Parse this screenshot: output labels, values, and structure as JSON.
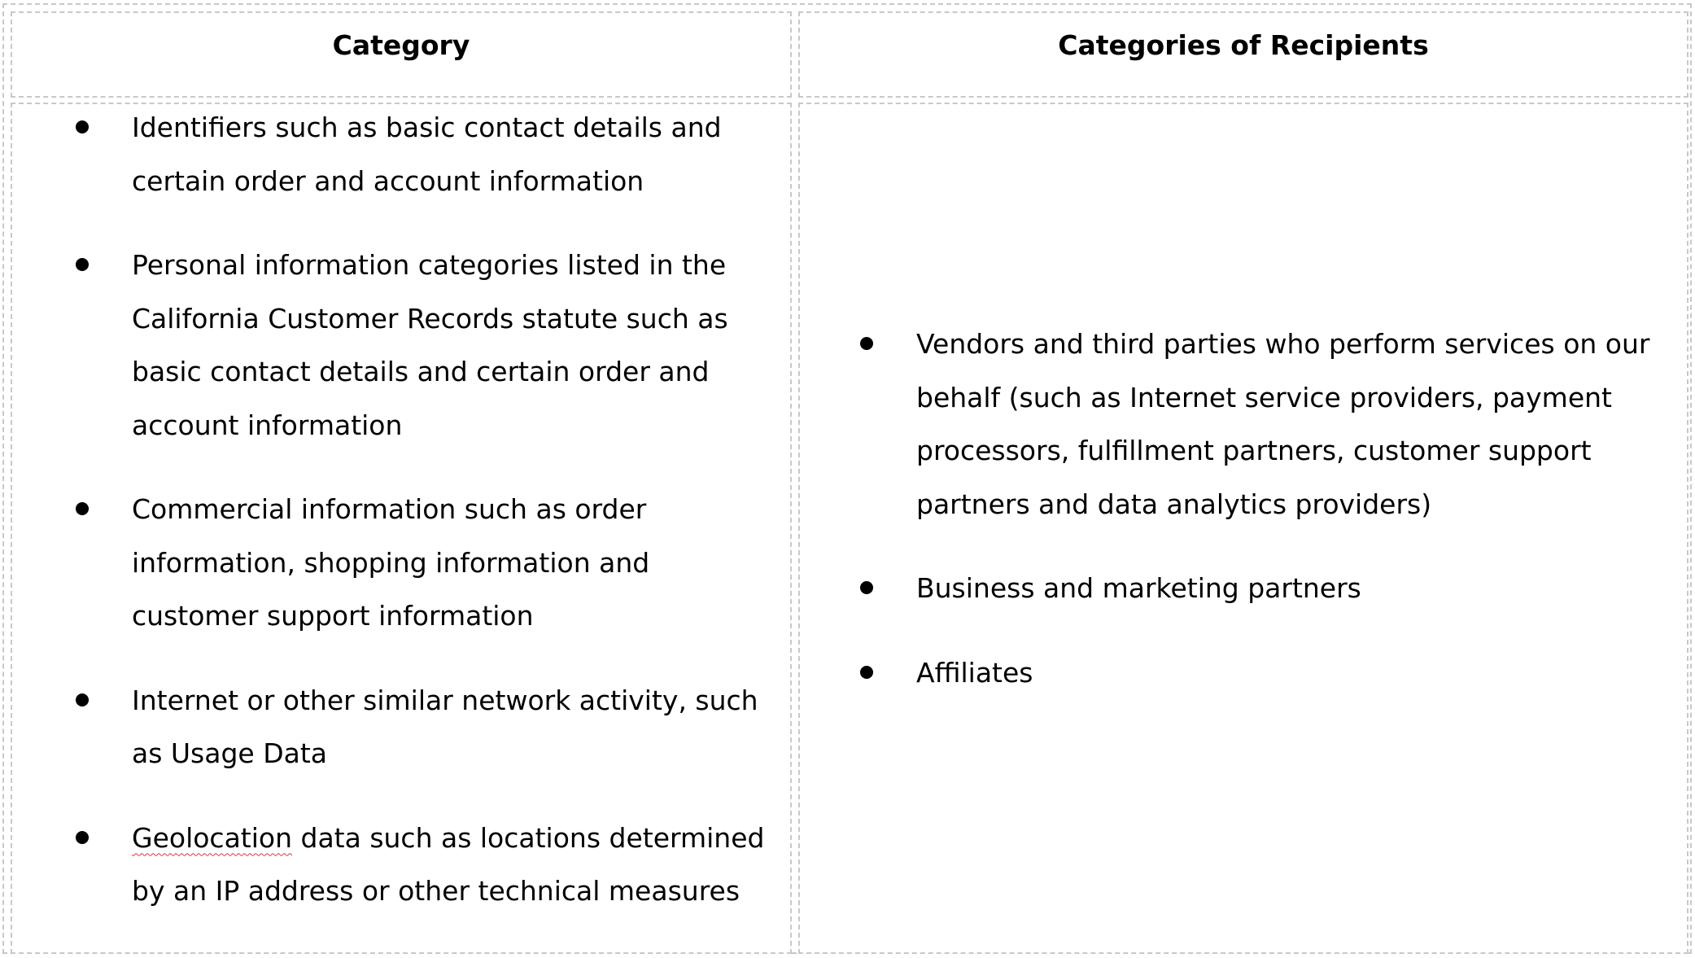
{
  "table": {
    "headers": [
      "Category",
      "Categories of Recipients"
    ],
    "categories": [
      "Identifiers such as basic contact details and certain order and account information",
      "Personal information categories listed in the California Customer Records statute such as basic contact details and certain order and account information",
      "Commercial information such as order information, shopping information and customer support information",
      "Internet or other similar network activity, such as Usage Data",
      {
        "flagged_word": "Geolocation",
        "rest": " data such as locations determined by an IP address or other technical measures"
      }
    ],
    "recipients": [
      "Vendors and third parties who perform services on our behalf (such as Internet service providers, payment processors, fulfillment partners, customer support partners and data analytics providers)",
      "Business and marketing partners",
      "Affiliates"
    ]
  },
  "colors": {
    "border": "#c8c8c8",
    "spellcheck_underline": "#d23b3b",
    "text": "#000000"
  }
}
